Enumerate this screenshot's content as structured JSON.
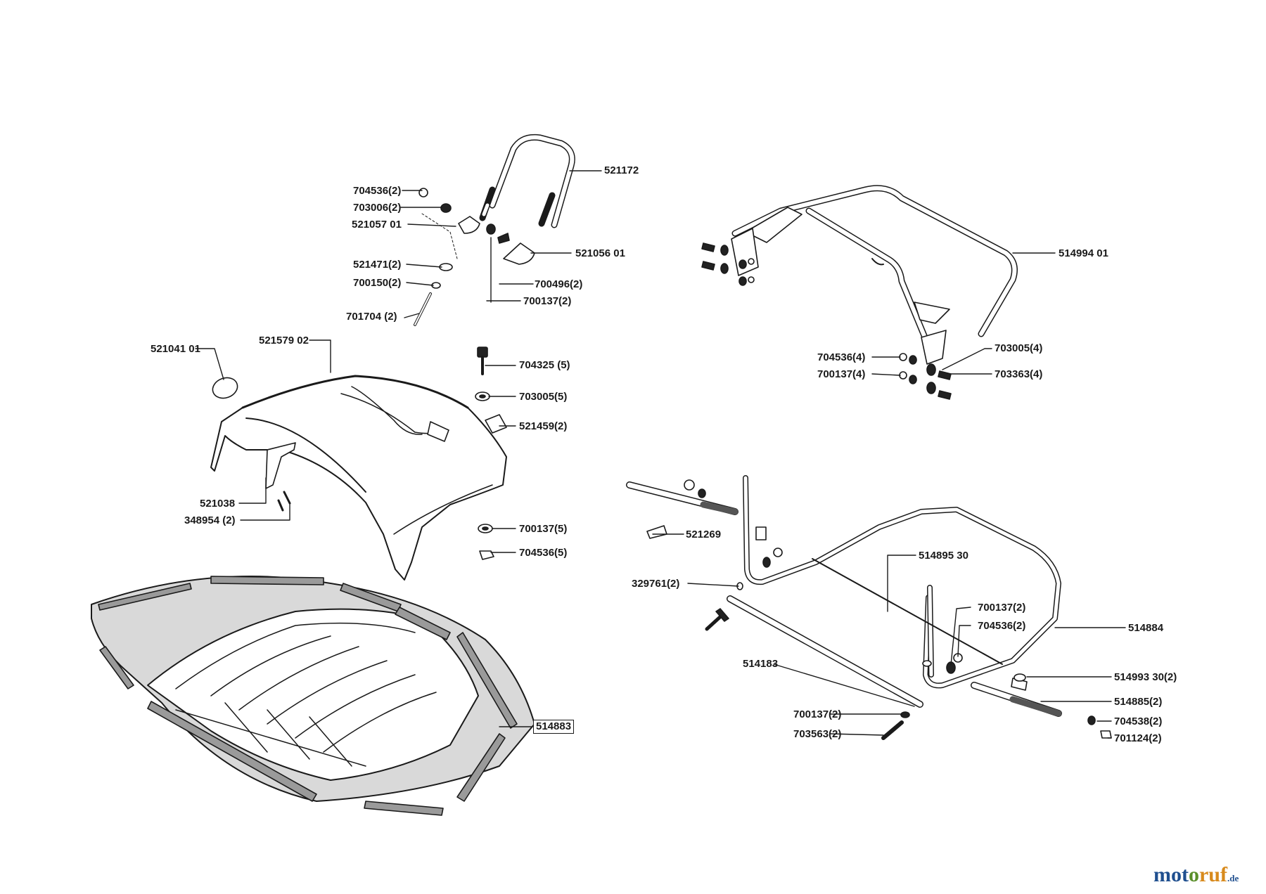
{
  "labels": {
    "l521172": "521172",
    "l704536_2a": "704536(2)",
    "l703006_2": "703006(2)",
    "l521057_01": "521057 01",
    "l521056_01": "521056 01",
    "l521471_2": "521471(2)",
    "l700150_2": "700150(2)",
    "l700496_2": "700496(2)",
    "l700137_2a": "700137(2)",
    "l701704_2": "701704 (2)",
    "l514994_01": "514994 01",
    "l704536_4": "704536(4)",
    "l700137_4": "700137(4)",
    "l703005_4": "703005(4)",
    "l703363_4": "703363(4)",
    "l521041_01": "521041  01",
    "l521579_02": "521579 02",
    "l704325_5": "704325 (5)",
    "l703005_5": "703005(5)",
    "l521459_2": "521459(2)",
    "l521038": "521038",
    "l348954_2": "348954 (2)",
    "l700137_5": "700137(5)",
    "l704536_5": "704536(5)",
    "l521269": "521269",
    "l514895_30": "514895 30",
    "l329761_2": "329761(2)",
    "l700137_2b": "700137(2)",
    "l704536_2b": "704536(2)",
    "l514884": "514884",
    "l514183": "514183",
    "l514993_30_2": "514993 30(2)",
    "l514885_2": "514885(2)",
    "l514883": "514883",
    "l700137_2c": "700137(2)",
    "l704538_2": "704538(2)",
    "l703563_2": "703563(2)",
    "l701124_2": "701124(2)"
  },
  "logo": {
    "part1": "mot",
    "part2": "o",
    "part3": "ruf",
    "suffix": ".de"
  },
  "colors": {
    "line": "#1a1a1a",
    "bag_fill": "#d9d9d9",
    "rail_fill": "#9a9a9a",
    "dark_part": "#222222"
  }
}
